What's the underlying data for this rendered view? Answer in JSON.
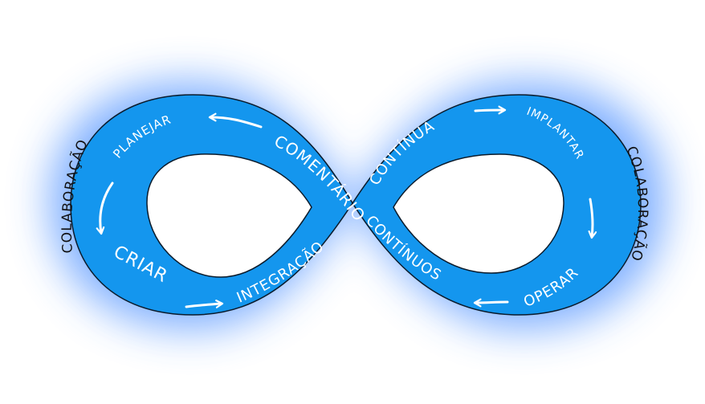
{
  "diagram": {
    "colors": {
      "band": "#1496ee",
      "glow": "#6fa6ff",
      "text": "#ffffff",
      "outline": "#0b1b2b"
    },
    "labels": {
      "planejar": "PLANEJAR",
      "criar": "CRIAR",
      "integracao": "INTEGRAÇÃO",
      "continua": "CONTÍNUA",
      "implantar": "IMPLANTAR",
      "operar": "OPERAR",
      "comentarios": "COMENTÁRIOS",
      "continuos": "CONTÍNUOS",
      "colaboracao_left": "COLABORAÇÃO",
      "colaboracao_right": "COLABORAÇÃO"
    },
    "icons": [
      "arrow-left-icon",
      "arrow-down-icon",
      "arrow-right-icon"
    ]
  }
}
